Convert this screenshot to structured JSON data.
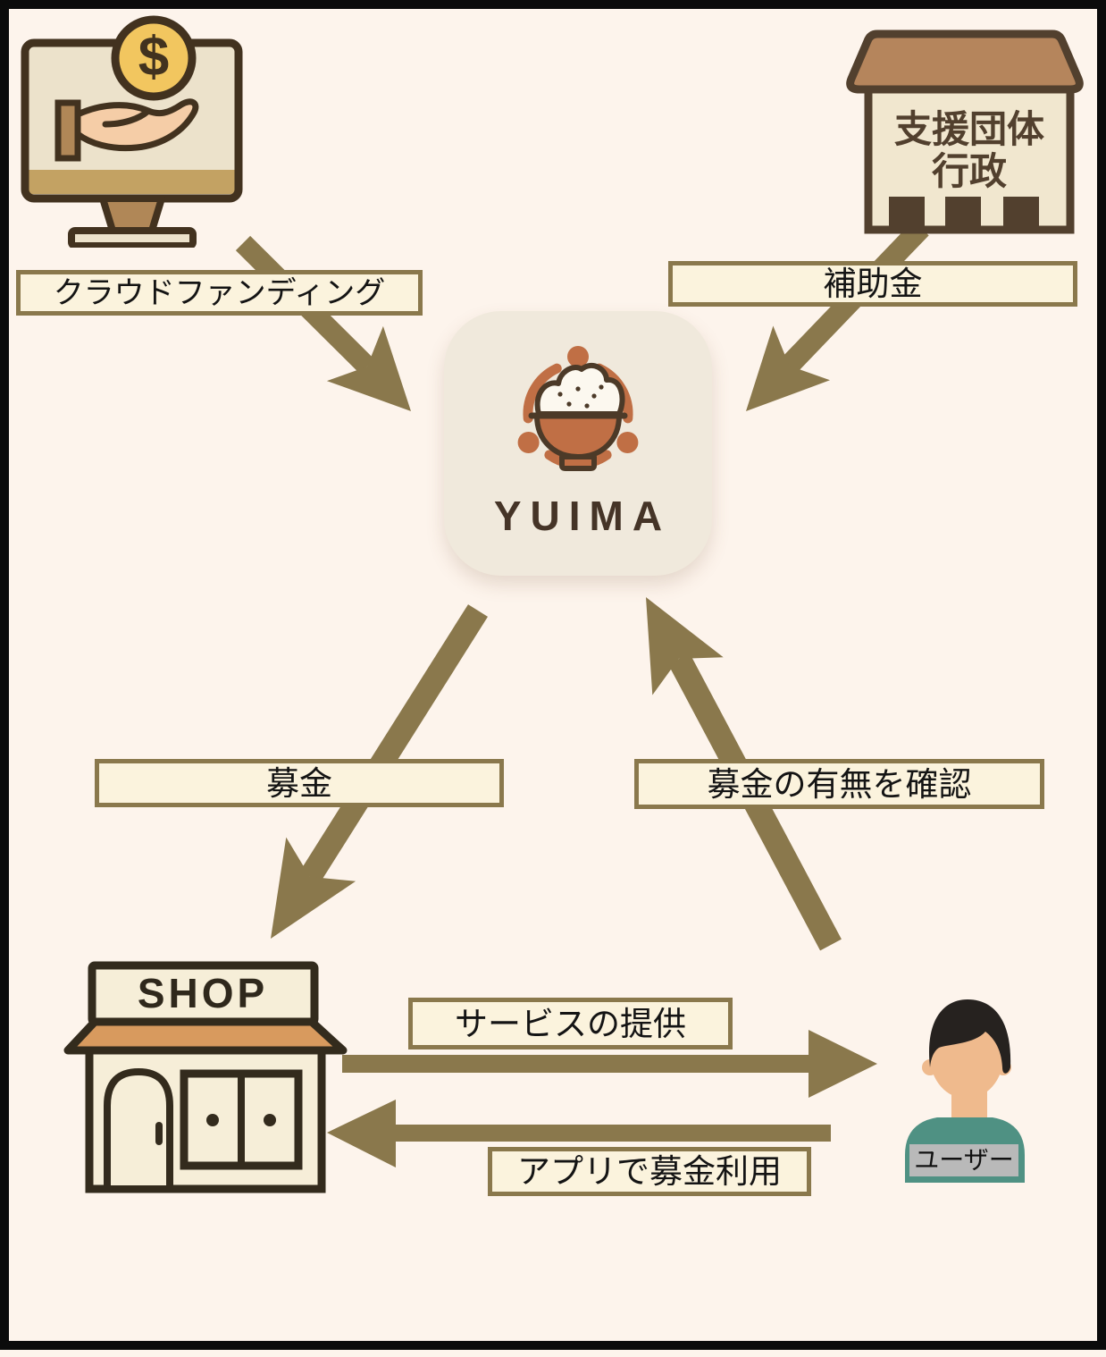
{
  "nodes": {
    "crowdfunding": {
      "dollar": "$"
    },
    "government": {
      "line1": "支援団体",
      "line2": "行政"
    },
    "app": {
      "name": "YUIMA"
    },
    "shop": {
      "sign": "SHOP"
    },
    "user": {
      "badge": "ユーザー"
    }
  },
  "edges": {
    "crowdfunding_to_app": {
      "label": "クラウドファンディング"
    },
    "government_to_app": {
      "label": "補助金"
    },
    "app_to_shop": {
      "label": "募金"
    },
    "user_to_app": {
      "label": "募金の有無を確認"
    },
    "shop_to_user": {
      "label": "サービスの提供"
    },
    "user_to_shop": {
      "label": "アプリで募金利用"
    }
  },
  "colors": {
    "background": "#fdf4ec",
    "frame": "#0b0b0b",
    "arrow": "#8a784c",
    "label_fill": "#fbf3dd",
    "label_border": "#8a784c",
    "icon_outline": "#42321f",
    "terracotta": "#c06f45",
    "app_icon_bg": "#f0e9dc",
    "shirt_teal": "#4f9183",
    "coin_gold": "#f2c65f"
  }
}
